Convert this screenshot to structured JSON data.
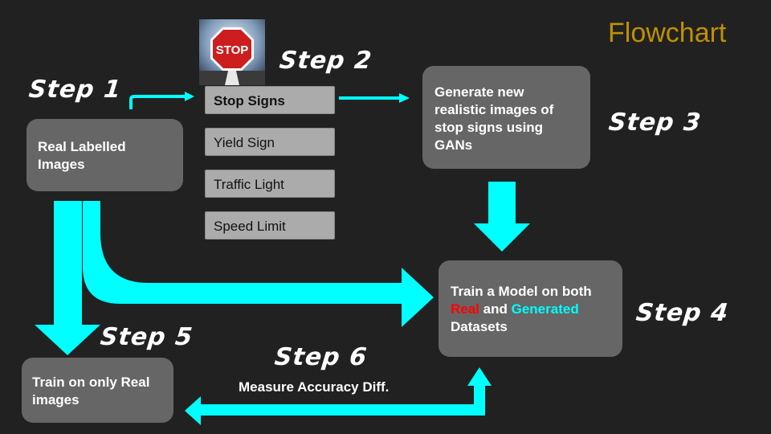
{
  "title": "Flowchart",
  "colors": {
    "background": "#212121",
    "box": "#666666",
    "arrow": "#00ffff",
    "title": "#bf9000",
    "real": "#ff0000",
    "generated": "#00ffff"
  },
  "steps": {
    "s1": "Step 1",
    "s2": "Step 2",
    "s3": "Step 3",
    "s4": "Step 4",
    "s5": "Step 5",
    "s6": "Step 6"
  },
  "boxes": {
    "real_labelled": "Real Labelled Images",
    "generate": "Generate new realistic images of stop signs using GANs",
    "train_both_prefix": "Train a Model on both",
    "train_both_real": "Real",
    "train_both_and": "and",
    "train_both_generated": "Generated",
    "train_both_suffix": "Datasets",
    "train_real": "Train on only Real images"
  },
  "categories": [
    "Stop Signs",
    "Yield Sign",
    "Traffic Light",
    "Speed Limit"
  ],
  "stop_sign_text": "STOP",
  "measure_label": "Measure Accuracy Diff."
}
